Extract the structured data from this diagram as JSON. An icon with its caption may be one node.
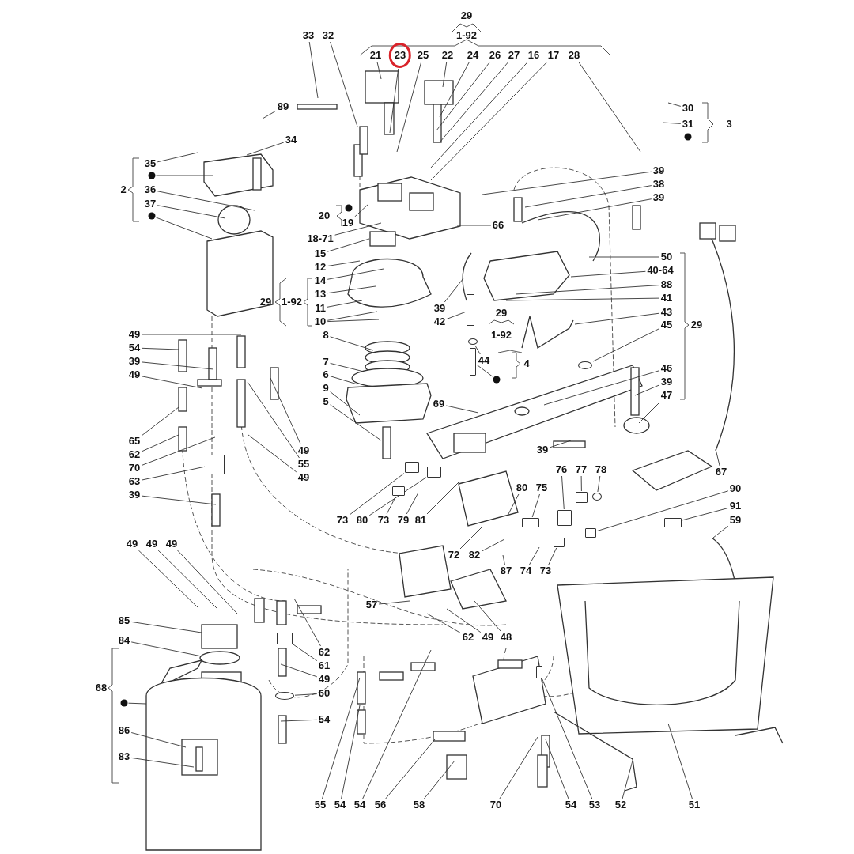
{
  "diagram": {
    "nodes": [
      {
        "text": [
          "33"
        ]
      },
      {
        "text": [
          "32"
        ]
      },
      {
        "text": [
          "21"
        ]
      },
      {
        "text": [
          "23"
        ]
      },
      {
        "text": [
          "25"
        ]
      },
      {
        "text": [
          "22"
        ]
      },
      {
        "text": [
          "24"
        ]
      },
      {
        "text": [
          "26"
        ]
      },
      {
        "text": [
          "27"
        ]
      },
      {
        "text": [
          "16"
        ]
      },
      {
        "text": [
          "17"
        ]
      },
      {
        "text": [
          "28"
        ]
      },
      {
        "text": [
          "89"
        ]
      },
      {
        "text": [
          "30"
        ]
      },
      {
        "text": [
          "31"
        ]
      },
      {
        "text": [],
        "shape": "circle"
      },
      {
        "text": [
          "34"
        ]
      },
      {
        "text": [
          "35"
        ]
      },
      {
        "text": [],
        "shape": "circle"
      },
      {
        "text": [
          "36"
        ]
      },
      {
        "text": [
          "37"
        ]
      },
      {
        "text": [],
        "shape": "circle"
      },
      {
        "text": [],
        "shape": "circle"
      },
      {
        "text": [
          "19"
        ]
      },
      {
        "text": [
          "18-71"
        ]
      },
      {
        "text": [
          "15"
        ]
      },
      {
        "text": [
          "12"
        ]
      },
      {
        "text": [
          "14"
        ]
      },
      {
        "text": [
          "13"
        ]
      },
      {
        "text": [
          "11"
        ]
      },
      {
        "text": [
          "10"
        ]
      },
      {
        "text": [
          "8"
        ]
      },
      {
        "text": [
          "7"
        ]
      },
      {
        "text": [
          "6"
        ]
      },
      {
        "text": [
          "9"
        ]
      },
      {
        "text": [
          "5"
        ]
      },
      {
        "text": [
          "39"
        ]
      },
      {
        "text": [
          "38"
        ]
      },
      {
        "text": [
          "39"
        ]
      },
      {
        "text": [
          "66"
        ]
      },
      {
        "text": [
          "50"
        ]
      },
      {
        "text": [
          "40-64"
        ]
      },
      {
        "text": [
          "88"
        ]
      },
      {
        "text": [
          "41"
        ]
      },
      {
        "text": [
          "43"
        ]
      },
      {
        "text": [
          "45"
        ]
      },
      {
        "text": [
          "39"
        ]
      },
      {
        "text": [
          "42"
        ]
      },
      {
        "text": [
          "44"
        ]
      },
      {
        "text": [],
        "shape": "circle"
      },
      {
        "text": [
          "46"
        ]
      },
      {
        "text": [
          "39"
        ]
      },
      {
        "text": [
          "47"
        ]
      },
      {
        "text": [
          "69"
        ]
      },
      {
        "text": [
          "49"
        ]
      },
      {
        "text": [
          "54"
        ]
      },
      {
        "text": [
          "39"
        ]
      },
      {
        "text": [
          "49"
        ]
      },
      {
        "text": [
          "65"
        ]
      },
      {
        "text": [
          "62"
        ]
      },
      {
        "text": [
          "70"
        ]
      },
      {
        "text": [
          "63"
        ]
      },
      {
        "text": [
          "39"
        ]
      },
      {
        "text": [
          "49"
        ]
      },
      {
        "text": [
          "55"
        ]
      },
      {
        "text": [
          "49"
        ]
      },
      {
        "text": [
          "39"
        ]
      },
      {
        "text": [
          "67"
        ]
      },
      {
        "text": [
          "76"
        ]
      },
      {
        "text": [
          "77"
        ]
      },
      {
        "text": [
          "78"
        ]
      },
      {
        "text": [
          "80"
        ]
      },
      {
        "text": [
          "75"
        ]
      },
      {
        "text": [
          "90"
        ]
      },
      {
        "text": [
          "91"
        ]
      },
      {
        "text": [
          "59"
        ]
      },
      {
        "text": [
          "73"
        ]
      },
      {
        "text": [
          "80"
        ]
      },
      {
        "text": [
          "73"
        ]
      },
      {
        "text": [
          "79"
        ]
      },
      {
        "text": [
          "81"
        ]
      },
      {
        "text": [
          "72"
        ]
      },
      {
        "text": [
          "82"
        ]
      },
      {
        "text": [
          "87"
        ]
      },
      {
        "text": [
          "74"
        ]
      },
      {
        "text": [
          "73"
        ]
      },
      {
        "text": [
          "49"
        ]
      },
      {
        "text": [
          "49"
        ]
      },
      {
        "text": [
          "49"
        ]
      },
      {
        "text": [
          "57"
        ]
      },
      {
        "text": [
          "85"
        ]
      },
      {
        "text": [
          "62"
        ]
      },
      {
        "text": [
          "49"
        ]
      },
      {
        "text": [
          "48"
        ]
      },
      {
        "text": [
          "84"
        ]
      },
      {
        "text": [
          "62"
        ]
      },
      {
        "text": [
          "61"
        ]
      },
      {
        "text": [
          "49"
        ]
      },
      {
        "text": [
          "60"
        ]
      },
      {
        "text": [],
        "shape": "circle"
      },
      {
        "text": [
          "54"
        ]
      },
      {
        "text": [
          "86"
        ]
      },
      {
        "text": [
          "83"
        ]
      },
      {
        "text": [
          "55"
        ]
      },
      {
        "text": [
          "54"
        ]
      },
      {
        "text": [
          "54"
        ]
      },
      {
        "text": [
          "56"
        ]
      },
      {
        "text": [
          "58"
        ]
      },
      {
        "text": [
          "70"
        ]
      },
      {
        "text": [
          "54"
        ]
      },
      {
        "text": [
          "53"
        ]
      },
      {
        "text": [
          "52"
        ]
      },
      {
        "text": [
          "51"
        ]
      },
      {
        "text": [],
        "shape": "circle"
      },
      {
        "text": [],
        "shape": "box"
      },
      {
        "text": [],
        "shape": "box"
      },
      {
        "text": [],
        "shape": "box"
      },
      {
        "text": [],
        "shape": "circle"
      },
      {
        "text": [],
        "shape": "box"
      },
      {
        "text": [],
        "shape": "box"
      },
      {
        "text": [],
        "shape": "box"
      },
      {
        "text": [],
        "shape": "box"
      },
      {
        "text": [],
        "shape": "box"
      },
      {
        "text": [],
        "shape": "box"
      },
      {
        "text": [],
        "shape": "box"
      },
      {
        "text": [],
        "shape": "box"
      },
      {
        "text": [],
        "shape": "circle"
      },
      {
        "text": [],
        "shape": "bar"
      },
      {
        "text": [],
        "shape": "bar"
      },
      {
        "text": [],
        "shape": "circle"
      },
      {
        "text": [],
        "shape": "bar"
      }
    ],
    "edges": [
      {
        "from": 0,
        "to": null,
        "arrow": "none"
      },
      {
        "from": 1,
        "to": null,
        "arrow": "none"
      },
      {
        "from": 2,
        "to": null,
        "arrow": "none"
      },
      {
        "from": 3,
        "to": null,
        "arrow": "none"
      },
      {
        "from": 4,
        "to": null,
        "arrow": "none"
      },
      {
        "from": 5,
        "to": null,
        "arrow": "none"
      },
      {
        "from": 6,
        "to": null,
        "arrow": "none"
      },
      {
        "from": 7,
        "to": null,
        "arrow": "none"
      },
      {
        "from": 8,
        "to": null,
        "arrow": "none"
      },
      {
        "from": 9,
        "to": null,
        "arrow": "none"
      },
      {
        "from": 10,
        "to": null,
        "arrow": "none"
      },
      {
        "from": 11,
        "to": null,
        "arrow": "none"
      },
      {
        "from": 12,
        "to": null,
        "arrow": "none"
      },
      {
        "from": 13,
        "to": null,
        "arrow": "none"
      },
      {
        "from": 14,
        "to": null,
        "arrow": "none"
      },
      {
        "from": 16,
        "to": null,
        "arrow": "none"
      },
      {
        "from": 17,
        "to": null,
        "arrow": "none"
      },
      {
        "from": 18,
        "to": null,
        "arrow": "none"
      },
      {
        "from": 19,
        "to": null,
        "arrow": "none"
      },
      {
        "from": 20,
        "to": null,
        "arrow": "none"
      },
      {
        "from": 21,
        "to": null,
        "arrow": "none"
      },
      {
        "from": 23,
        "to": null,
        "arrow": "none"
      },
      {
        "from": 24,
        "to": null,
        "arrow": "none"
      },
      {
        "from": 25,
        "to": null,
        "arrow": "none"
      },
      {
        "from": 26,
        "to": null,
        "arrow": "none"
      },
      {
        "from": 27,
        "to": null,
        "arrow": "none"
      },
      {
        "from": 28,
        "to": null,
        "arrow": "none"
      },
      {
        "from": 29,
        "to": null,
        "arrow": "none"
      },
      {
        "from": 30,
        "to": null,
        "arrow": "none"
      },
      {
        "from": 30,
        "to": null,
        "arrow": "none"
      },
      {
        "from": 31,
        "to": null,
        "arrow": "none"
      },
      {
        "from": 32,
        "to": null,
        "arrow": "none"
      },
      {
        "from": 33,
        "to": null,
        "arrow": "none"
      },
      {
        "from": 34,
        "to": null,
        "arrow": "none"
      },
      {
        "from": 35,
        "to": null,
        "arrow": "none"
      },
      {
        "from": 36,
        "to": null,
        "arrow": "none"
      },
      {
        "from": 37,
        "to": null,
        "arrow": "none"
      },
      {
        "from": 38,
        "to": null,
        "arrow": "none"
      },
      {
        "from": 39,
        "to": null,
        "arrow": "none"
      },
      {
        "from": 40,
        "to": null,
        "arrow": "none"
      },
      {
        "from": 41,
        "to": null,
        "arrow": "none"
      },
      {
        "from": 42,
        "to": null,
        "arrow": "none"
      },
      {
        "from": 43,
        "to": null,
        "arrow": "none"
      },
      {
        "from": 44,
        "to": null,
        "arrow": "none"
      },
      {
        "from": 45,
        "to": 113,
        "arrow": "none"
      },
      {
        "from": 46,
        "to": null,
        "arrow": "none"
      },
      {
        "from": 47,
        "to": 128,
        "arrow": "none"
      },
      {
        "from": 48,
        "to": 129,
        "arrow": "none"
      },
      {
        "from": 49,
        "to": 130,
        "arrow": "none"
      },
      {
        "from": 50,
        "to": null,
        "arrow": "none"
      },
      {
        "from": 51,
        "to": null,
        "arrow": "none"
      },
      {
        "from": 52,
        "to": null,
        "arrow": "none"
      },
      {
        "from": 53,
        "to": null,
        "arrow": "none"
      },
      {
        "from": 54,
        "to": null,
        "arrow": "none"
      },
      {
        "from": 55,
        "to": null,
        "arrow": "none"
      },
      {
        "from": 56,
        "to": null,
        "arrow": "none"
      },
      {
        "from": 57,
        "to": null,
        "arrow": "none"
      },
      {
        "from": 58,
        "to": null,
        "arrow": "none"
      },
      {
        "from": 59,
        "to": null,
        "arrow": "none"
      },
      {
        "from": 60,
        "to": null,
        "arrow": "none"
      },
      {
        "from": 61,
        "to": 114,
        "arrow": "none"
      },
      {
        "from": 62,
        "to": null,
        "arrow": "none"
      },
      {
        "from": 63,
        "to": null,
        "arrow": "none"
      },
      {
        "from": 64,
        "to": null,
        "arrow": "none"
      },
      {
        "from": 65,
        "to": null,
        "arrow": "none"
      },
      {
        "from": 66,
        "to": null,
        "arrow": "none"
      },
      {
        "from": 67,
        "to": null,
        "arrow": "none"
      },
      {
        "from": 68,
        "to": 115,
        "arrow": "none"
      },
      {
        "from": 69,
        "to": 116,
        "arrow": "none"
      },
      {
        "from": 70,
        "to": 117,
        "arrow": "none"
      },
      {
        "from": 71,
        "to": null,
        "arrow": "none"
      },
      {
        "from": 72,
        "to": 118,
        "arrow": "none"
      },
      {
        "from": 73,
        "to": 119,
        "arrow": "none"
      },
      {
        "from": 74,
        "to": 120,
        "arrow": "none"
      },
      {
        "from": 75,
        "to": null,
        "arrow": "none"
      },
      {
        "from": 76,
        "to": 121,
        "arrow": "none"
      },
      {
        "from": 77,
        "to": 122,
        "arrow": "none"
      },
      {
        "from": 78,
        "to": 123,
        "arrow": "none"
      },
      {
        "from": 79,
        "to": null,
        "arrow": "none"
      },
      {
        "from": 80,
        "to": null,
        "arrow": "none"
      },
      {
        "from": 81,
        "to": null,
        "arrow": "none"
      },
      {
        "from": 82,
        "to": null,
        "arrow": "none"
      },
      {
        "from": 83,
        "to": null,
        "arrow": "none"
      },
      {
        "from": 84,
        "to": null,
        "arrow": "none"
      },
      {
        "from": 85,
        "to": 124,
        "arrow": "none"
      },
      {
        "from": 86,
        "to": null,
        "arrow": "none"
      },
      {
        "from": 87,
        "to": null,
        "arrow": "none"
      },
      {
        "from": 88,
        "to": null,
        "arrow": "none"
      },
      {
        "from": 89,
        "to": null,
        "arrow": "none"
      },
      {
        "from": 90,
        "to": null,
        "arrow": "none"
      },
      {
        "from": 91,
        "to": null,
        "arrow": "none"
      },
      {
        "from": 92,
        "to": null,
        "arrow": "none"
      },
      {
        "from": 93,
        "to": null,
        "arrow": "none"
      },
      {
        "from": 94,
        "to": null,
        "arrow": "none"
      },
      {
        "from": 95,
        "to": null,
        "arrow": "none"
      },
      {
        "from": 96,
        "to": 125,
        "arrow": "none"
      },
      {
        "from": 97,
        "to": null,
        "arrow": "none"
      },
      {
        "from": 98,
        "to": 126,
        "arrow": "none"
      },
      {
        "from": 99,
        "to": null,
        "arrow": "none"
      },
      {
        "from": 100,
        "to": null,
        "arrow": "none"
      },
      {
        "from": 101,
        "to": null,
        "arrow": "none"
      },
      {
        "from": 102,
        "to": null,
        "arrow": "none"
      },
      {
        "from": 103,
        "to": null,
        "arrow": "none"
      },
      {
        "from": 104,
        "to": null,
        "arrow": "none"
      },
      {
        "from": 105,
        "to": null,
        "arrow": "none"
      },
      {
        "from": 106,
        "to": null,
        "arrow": "none"
      },
      {
        "from": 107,
        "to": null,
        "arrow": "none"
      },
      {
        "from": 108,
        "to": null,
        "arrow": "none"
      },
      {
        "from": 109,
        "to": null,
        "arrow": "none"
      },
      {
        "from": 110,
        "to": 127,
        "arrow": "none"
      },
      {
        "from": 111,
        "to": null,
        "arrow": "none"
      },
      {
        "from": 112,
        "to": null,
        "arrow": "none"
      }
    ],
    "labels": [
      "29",
      "1-92",
      "3",
      "2",
      "20",
      "29",
      "1-92",
      "29",
      "29",
      "1-92",
      "4",
      "68"
    ]
  }
}
